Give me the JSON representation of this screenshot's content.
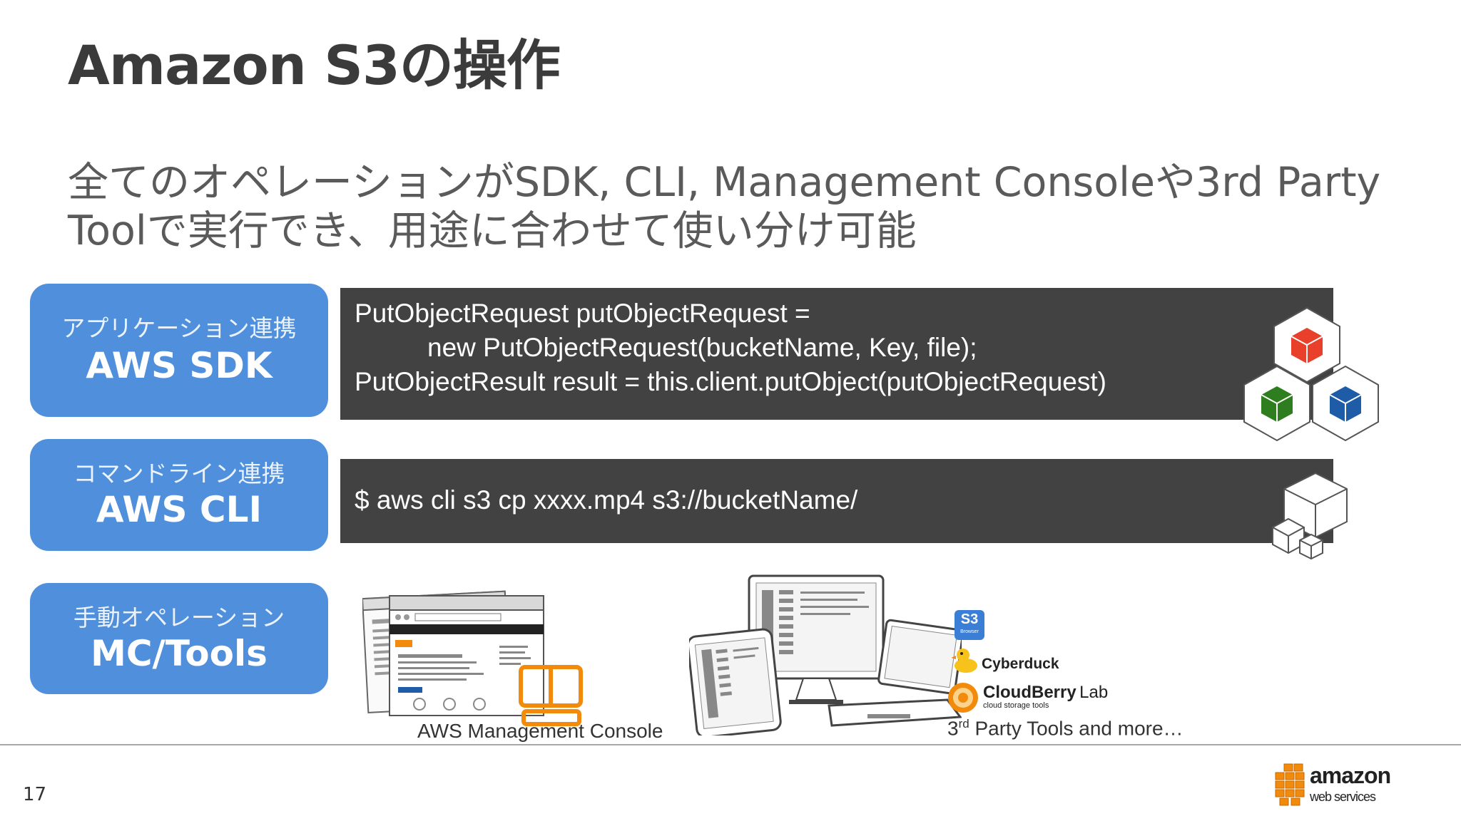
{
  "slide": {
    "title": "Amazon S3の操作",
    "subtitle_line1": "全てのオペレーションがSDK, CLI, Management Consoleや3rd Party",
    "subtitle_line2": "Toolで実行でき、用途に合わせて使い分け可能",
    "page_number": "17"
  },
  "rows": {
    "sdk": {
      "small": "アプリケーション連携",
      "big": "AWS SDK",
      "code": [
        "PutObjectRequest putObjectRequest =",
        "new PutObjectRequest(bucketName, Key, file);",
        "PutObjectResult result = this.client.putObject(putObjectRequest)"
      ]
    },
    "cli": {
      "small": "コマンドライン連携",
      "big": "AWS CLI",
      "code": "$ aws cli s3 cp xxxx.mp4 s3://bucketName/"
    },
    "tools": {
      "small": "手動オペレーション",
      "big": "MC/Tools",
      "console_caption": "AWS Management Console",
      "third_party_caption_base": "3",
      "third_party_caption_sup": "rd",
      "third_party_caption_rest": " Party Tools and more…",
      "tool_names": {
        "s3browser_top": "S3",
        "s3browser_bottom": "Browser",
        "cyberduck": "Cyberduck",
        "cloudberry": "CloudBerry",
        "cloudberry_lab": "Lab",
        "cloudberry_tagline": "cloud storage tools"
      }
    }
  },
  "logo": {
    "line1": "amazon",
    "line2": "web services"
  },
  "colors": {
    "label_blue": "#4f8fdb",
    "code_bg": "#424242",
    "title": "#3b3b3b",
    "orange": "#f28b0c",
    "cube_red": "#e8402a",
    "cube_green": "#2e7d1e",
    "cube_blue": "#1f5ca8"
  }
}
